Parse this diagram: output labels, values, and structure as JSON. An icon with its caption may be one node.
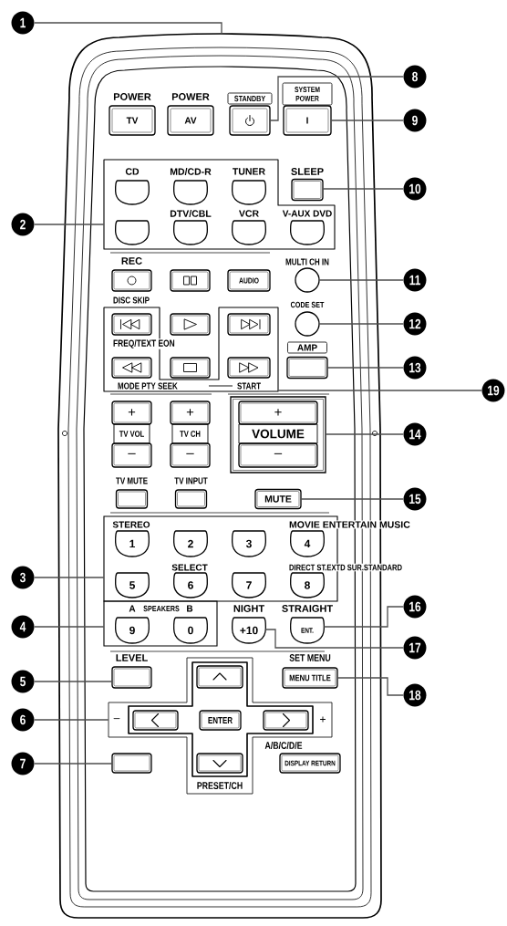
{
  "diagram": {
    "nodes": [
      {
        "text": [
          "1"
        ]
      },
      {
        "text": [
          "2"
        ]
      },
      {
        "text": [
          "3"
        ]
      },
      {
        "text": [
          "4"
        ]
      },
      {
        "text": [
          "5"
        ]
      },
      {
        "text": [
          "6"
        ]
      },
      {
        "text": [
          "7"
        ]
      },
      {
        "text": [
          "8"
        ]
      },
      {
        "text": [
          "9"
        ]
      },
      {
        "text": [
          "10"
        ]
      },
      {
        "text": [
          "11"
        ]
      },
      {
        "text": [
          "12"
        ]
      },
      {
        "text": [
          "13"
        ]
      },
      {
        "text": [
          "14"
        ]
      },
      {
        "text": [
          "15"
        ]
      },
      {
        "text": [
          "16"
        ]
      },
      {
        "text": [
          "17"
        ]
      },
      {
        "text": [
          "18"
        ]
      },
      {
        "text": [
          "19"
        ]
      },
      {
        "text": [
          "POWER",
          "TV"
        ]
      },
      {
        "text": [
          "POWER",
          "AV"
        ]
      },
      {
        "text": [
          "STANDBY"
        ]
      },
      {
        "text": [
          "SYSTEM POWER",
          "I"
        ]
      },
      {
        "text": [],
        "shape": "box"
      },
      {
        "text": [
          "CD"
        ],
        "in": 23
      },
      {
        "text": [
          "MD/CD-R"
        ],
        "in": 23
      },
      {
        "text": [
          "TUNER"
        ],
        "in": 23
      },
      {
        "text": [
          "SLEEP"
        ]
      },
      {
        "text": [],
        "shape": "box",
        "in": 23
      },
      {
        "text": [
          "DTV/CBL"
        ],
        "in": 23
      },
      {
        "text": [
          "VCR"
        ],
        "in": 23
      },
      {
        "text": [
          "V-AUX DVD"
        ],
        "in": 23
      },
      {
        "text": [
          "REC"
        ]
      },
      {
        "text": [],
        "shape": "box"
      },
      {
        "text": [
          "AUDIO"
        ]
      },
      {
        "text": [
          "MULTI CH IN"
        ]
      },
      {
        "text": [],
        "shape": "box"
      },
      {
        "text": [],
        "shape": "box",
        "in": 36
      },
      {
        "text": [],
        "shape": "box"
      },
      {
        "text": [],
        "shape": "box",
        "in": 36
      },
      {
        "text": [
          "CODE SET"
        ]
      },
      {
        "text": [],
        "shape": "box",
        "in": 36
      },
      {
        "text": [],
        "shape": "box"
      },
      {
        "text": [],
        "shape": "box",
        "in": 36
      },
      {
        "text": [
          "AMP"
        ]
      },
      {
        "text": [
          "+"
        ]
      },
      {
        "text": [
          "TV VOL"
        ]
      },
      {
        "text": [
          "–"
        ]
      },
      {
        "text": [
          "+"
        ]
      },
      {
        "text": [
          "TV CH"
        ]
      },
      {
        "text": [
          "–"
        ]
      },
      {
        "text": [],
        "shape": "box"
      },
      {
        "text": [
          "+"
        ],
        "in": 51
      },
      {
        "text": [
          "VOLUME"
        ],
        "in": 51
      },
      {
        "text": [
          "–"
        ],
        "in": 51
      },
      {
        "text": [
          "TV MUTE"
        ]
      },
      {
        "text": [
          "TV INPUT"
        ]
      },
      {
        "text": [
          "MUTE"
        ]
      },
      {
        "text": [],
        "shape": "box"
      },
      {
        "text": [
          "1"
        ],
        "in": 58
      },
      {
        "text": [
          "2"
        ],
        "in": 58
      },
      {
        "text": [
          "3"
        ],
        "in": 58
      },
      {
        "text": [
          "4"
        ],
        "in": 58
      },
      {
        "text": [
          "5"
        ],
        "in": 58
      },
      {
        "text": [
          "6"
        ],
        "in": 58
      },
      {
        "text": [
          "7"
        ],
        "in": 58
      },
      {
        "text": [
          "8"
        ],
        "in": 58
      },
      {
        "text": [],
        "shape": "box"
      },
      {
        "text": [
          "9"
        ],
        "in": 67
      },
      {
        "text": [
          "0"
        ],
        "in": 67
      },
      {
        "text": [
          "NIGHT",
          "+10"
        ]
      },
      {
        "text": [
          "STRAIGHT",
          "ENT."
        ]
      },
      {
        "text": [
          "LEVEL"
        ]
      },
      {
        "text": [],
        "shape": "cross"
      },
      {
        "text": [],
        "shape": "box",
        "in": 73
      },
      {
        "text": [
          "SET MENU",
          "MENU TITLE"
        ]
      },
      {
        "text": [],
        "shape": "box",
        "in": 73
      },
      {
        "text": [
          "ENTER"
        ],
        "in": 73
      },
      {
        "text": [],
        "shape": "box",
        "in": 73
      },
      {
        "text": [],
        "shape": "box"
      },
      {
        "text": [],
        "shape": "box",
        "in": 73
      },
      {
        "text": [
          "A/B/C/D/E",
          "DISPLAY RETURN"
        ]
      }
    ],
    "edges": [
      {
        "from": 0,
        "to": null,
        "arrow": "none"
      },
      {
        "from": 1,
        "to": 23,
        "arrow": "none"
      },
      {
        "from": 2,
        "to": 58,
        "arrow": "none"
      },
      {
        "from": 3,
        "to": 67,
        "arrow": "none"
      },
      {
        "from": 4,
        "to": 72,
        "arrow": "none"
      },
      {
        "from": 5,
        "to": 73,
        "arrow": "none"
      },
      {
        "from": 6,
        "to": 79,
        "arrow": "none"
      },
      {
        "from": 7,
        "to": 21,
        "arrow": "none"
      },
      {
        "from": 8,
        "to": 22,
        "arrow": "none"
      },
      {
        "from": 9,
        "to": 27,
        "arrow": "none"
      },
      {
        "from": 10,
        "to": 35,
        "arrow": "none"
      },
      {
        "from": 11,
        "to": 40,
        "arrow": "none"
      },
      {
        "from": 12,
        "to": 44,
        "arrow": "none"
      },
      {
        "from": 13,
        "to": 51,
        "arrow": "none"
      },
      {
        "from": 14,
        "to": 57,
        "arrow": "none"
      },
      {
        "from": 15,
        "to": 71,
        "arrow": "none"
      },
      {
        "from": 16,
        "to": 70,
        "arrow": "none"
      },
      {
        "from": 17,
        "to": 75,
        "arrow": "none"
      },
      {
        "from": 18,
        "to": 36,
        "arrow": "none"
      }
    ],
    "labels": [
      "DISC SKIP",
      "FREQ/TEXT EON",
      "MODE PTY SEEK",
      "START",
      "STEREO",
      "MOVIE ENTERTAIN MUSIC",
      "SELECT",
      "DIRECT ST.EXTD SUR.STANDARD",
      "A",
      "SPEAKERS",
      "B",
      "–",
      "+",
      "PRESET/CH"
    ]
  }
}
